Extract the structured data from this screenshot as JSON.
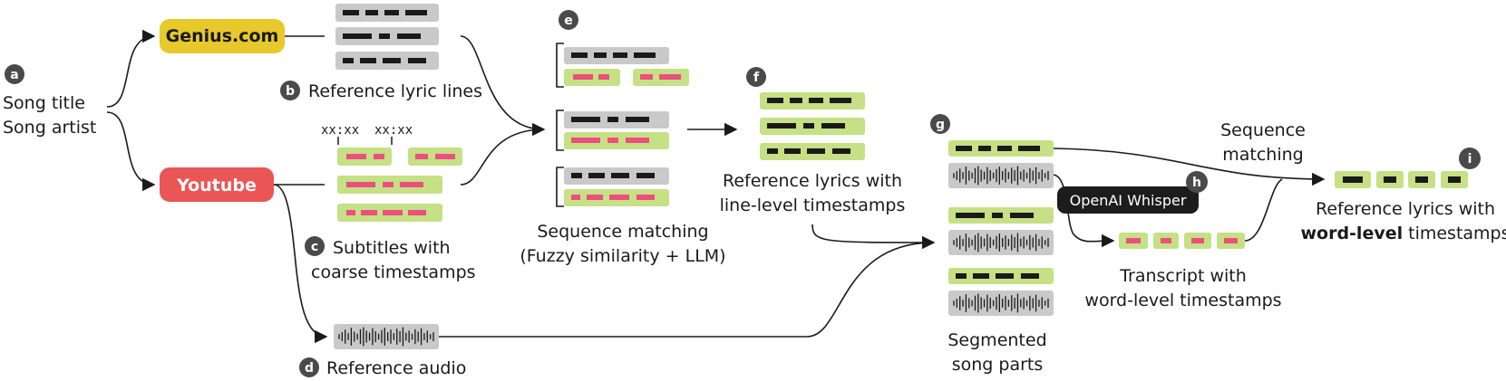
{
  "colors": {
    "gray_box": "#c9c9c9",
    "green_box": "#c5e085",
    "dark_mark": "#1a1a1a",
    "pink_mark": "#ec4f7e",
    "genius_yellow": "#e7c92c",
    "youtube_red": "#ea5555",
    "badge_dark": "#4a4a4a",
    "whisper_bg": "#1c1c1c"
  },
  "icons": {
    "waveform": "audio-waveform-icon",
    "bracket": "group-bracket-icon"
  },
  "input": {
    "title_label": "Song title",
    "artist_label": "Song artist"
  },
  "sources": {
    "genius": "Genius.com",
    "youtube": "Youtube"
  },
  "timestamps": [
    "xx:xx",
    "xx:xx"
  ],
  "badges": {
    "a": "a",
    "b": "b",
    "c": "c",
    "d": "d",
    "e": "e",
    "f": "f",
    "g": "g",
    "h": "h",
    "i": "i"
  },
  "labels": {
    "b": "Reference lyric lines",
    "c": [
      "Subtitles with",
      "coarse timestamps"
    ],
    "d": "Reference audio",
    "e": [
      "Sequence matching",
      "(Fuzzy similarity + LLM)"
    ],
    "f": [
      "Reference lyrics with",
      "line-level timestamps"
    ],
    "g": [
      "Segmented",
      "song parts"
    ],
    "h_tool": "OpenAI Whisper",
    "h": [
      "Transcript with",
      "word-level timestamps"
    ],
    "seq": [
      "Sequence",
      "matching"
    ],
    "i_line1": "Reference lyrics with",
    "i_bold": "word-level",
    "i_rest": "timestamps"
  }
}
